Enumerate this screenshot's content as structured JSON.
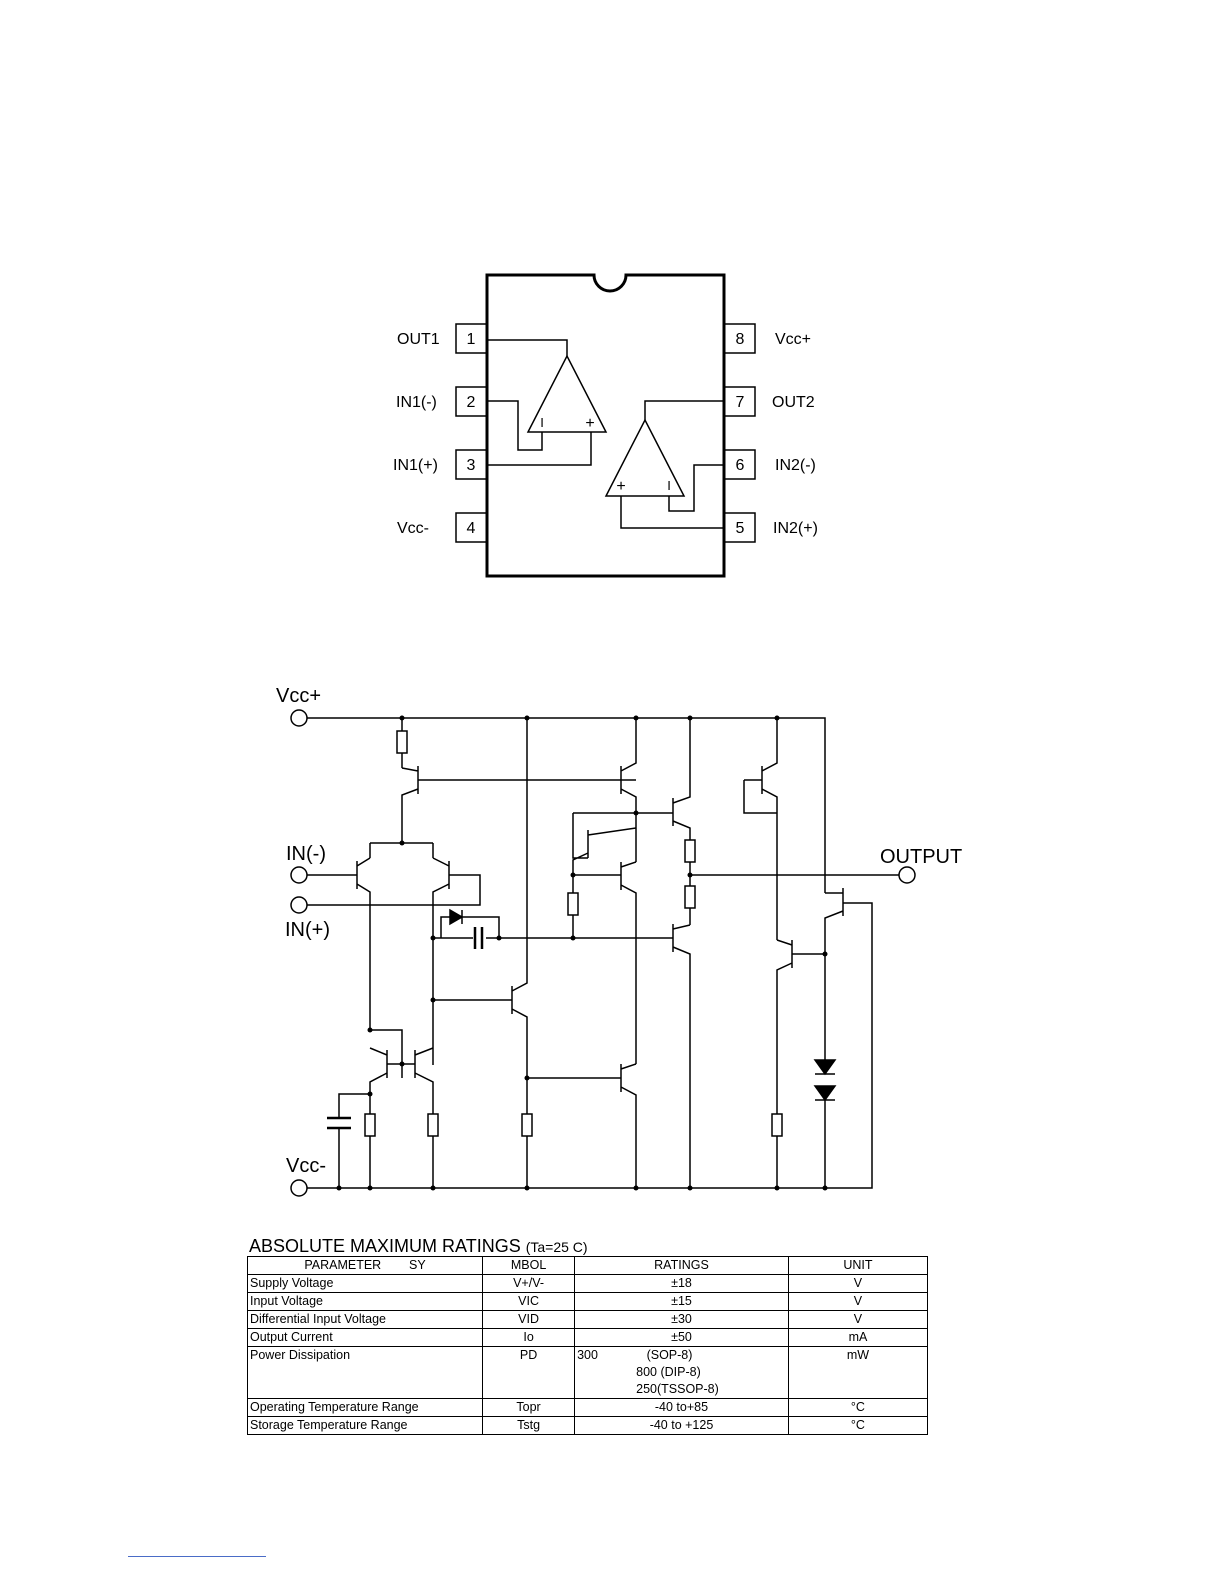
{
  "pinout": {
    "pins": [
      {
        "num": "1",
        "name": "OUT1"
      },
      {
        "num": "2",
        "name": "IN1(-)"
      },
      {
        "num": "3",
        "name": "IN1(+)"
      },
      {
        "num": "4",
        "name": "Vcc-"
      },
      {
        "num": "8",
        "name": "Vcc+"
      },
      {
        "num": "7",
        "name": "OUT2"
      },
      {
        "num": "6",
        "name": "IN2(-)"
      },
      {
        "num": "5",
        "name": "IN2(+)"
      }
    ],
    "amp1": {
      "minus": "I",
      "plus": "+"
    },
    "amp2": {
      "minus": "I",
      "plus": "+"
    }
  },
  "schematic": {
    "vcc_plus": "Vcc+",
    "vcc_minus": "Vcc-",
    "in_minus": "IN(-)",
    "in_plus": "IN(+)",
    "output": "OUTPUT"
  },
  "ratings": {
    "title": "ABSOLUTE MAXIMUM RATINGS",
    "condition": "(Ta=25 C)",
    "headers": [
      "PARAMETER        SY",
      "MBOL",
      "RATINGS",
      "UNIT"
    ],
    "rows": [
      {
        "param": "Supply Voltage",
        "symbol": "V+/V-",
        "value": "±18",
        "unit": "V"
      },
      {
        "param": "Input Voltage",
        "symbol": "VIC",
        "value": "±15",
        "unit": "V"
      },
      {
        "param": "Differential Input Voltage",
        "symbol": "VID",
        "value": "±30",
        "unit": "V"
      },
      {
        "param": "Output Current",
        "symbol": "Io",
        "value": "±50",
        "unit": "mA"
      },
      {
        "param": "Power Dissipation",
        "symbol": "PD",
        "value": "300              (SOP-8)\n                 800 (DIP-8)\n                 250(TSSOP-8)",
        "unit": "mW"
      },
      {
        "param": "Operating Temperature Range",
        "symbol": "Topr",
        "value": "-40 to+85",
        "unit": "°C"
      },
      {
        "param": "Storage Temperature Range",
        "symbol": "Tstg",
        "value": "-40 to +125",
        "unit": "°C"
      }
    ]
  }
}
